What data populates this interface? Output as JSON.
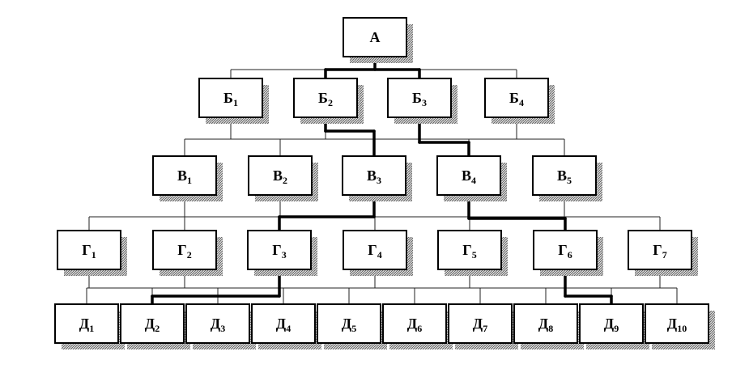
{
  "levels": [
    {
      "letter": "А",
      "subs": [
        ""
      ]
    },
    {
      "letter": "Б",
      "subs": [
        "1",
        "2",
        "3",
        "4"
      ]
    },
    {
      "letter": "В",
      "subs": [
        "1",
        "2",
        "3",
        "4",
        "5"
      ]
    },
    {
      "letter": "Г",
      "subs": [
        "1",
        "2",
        "3",
        "4",
        "5",
        "6",
        "7"
      ]
    },
    {
      "letter": "Д",
      "subs": [
        "1",
        "2",
        "3",
        "4",
        "5",
        "6",
        "7",
        "8",
        "9",
        "10"
      ]
    }
  ]
}
